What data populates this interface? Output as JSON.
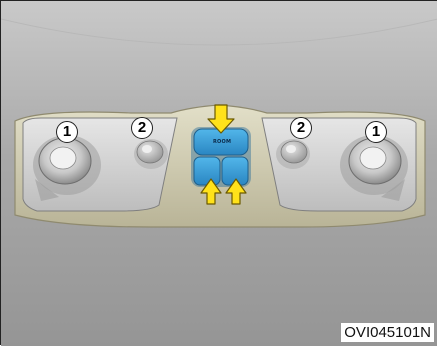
{
  "callouts": {
    "left_lamp": "1",
    "left_small_lamp": "2",
    "right_small_lamp": "2",
    "right_lamp": "1"
  },
  "console_buttons": {
    "room": "ROOM",
    "left_small": "",
    "right_small": ""
  },
  "figure_code": "OVI045101N",
  "colors": {
    "background": "#a7a7a7",
    "console_body": "#d6d2b3",
    "lamp_panel": "#d4d4d4",
    "button_blue": "#3aa1d8",
    "arrow_yellow": "#ffe21a"
  }
}
